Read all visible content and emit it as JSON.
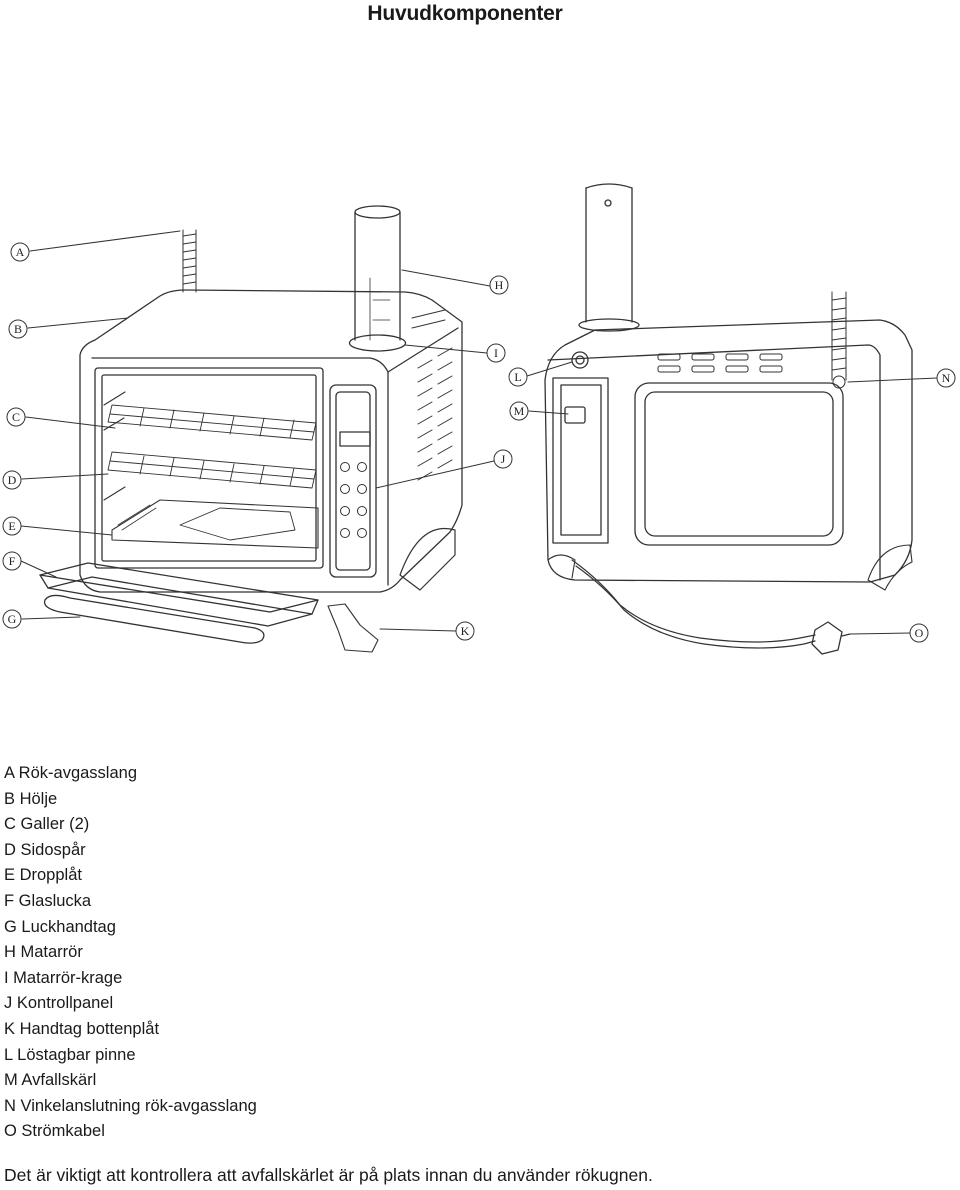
{
  "title": "Huvudkomponenter",
  "callouts": [
    "A",
    "B",
    "C",
    "D",
    "E",
    "F",
    "G",
    "H",
    "I",
    "J",
    "K",
    "L",
    "M",
    "N",
    "O"
  ],
  "legend": [
    "A Rök-avgasslang",
    "B Hölje",
    "C Galler (2)",
    "D Sidospår",
    "E Dropplåt",
    "F Glaslucka",
    "G Luckhandtag",
    "H Matarrör",
    "I Matarrör-krage",
    "J Kontrollpanel",
    "K Handtag bottenplåt",
    "L Löstagbar pinne",
    "M Avfallskärl",
    "N Vinkelanslutning rök-avgasslang",
    "O Strömkabel"
  ],
  "note": "Det är viktigt att kontrollera att avfallskärlet är på plats innan du använder rökugnen."
}
